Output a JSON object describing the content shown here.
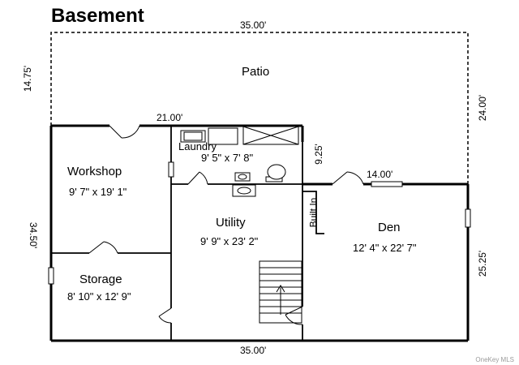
{
  "title": "Basement",
  "dimensions": {
    "top": "35.00'",
    "bottom": "35.00'",
    "patio_left": "14.75'",
    "patio_right": "24.00'",
    "mid_21": "21.00'",
    "laundry_side": "9.25'",
    "den_top": "14.00'",
    "left_side": "34.50'",
    "den_right": "25.25'"
  },
  "rooms": {
    "patio": {
      "name": "Patio"
    },
    "laundry": {
      "name": "Laundry",
      "size": "9' 5\" x 7' 8\""
    },
    "workshop": {
      "name": "Workshop",
      "size": "9' 7\" x 19' 1\""
    },
    "utility": {
      "name": "Utility",
      "size": "9' 9\" x 23' 2\""
    },
    "den": {
      "name": "Den",
      "size": "12' 4\" x 22' 7\""
    },
    "storage": {
      "name": "Storage",
      "size": "8' 10\" x 12' 9\""
    }
  },
  "fixtures": {
    "built_in": "Built In"
  },
  "watermark": "OneKey MLS"
}
